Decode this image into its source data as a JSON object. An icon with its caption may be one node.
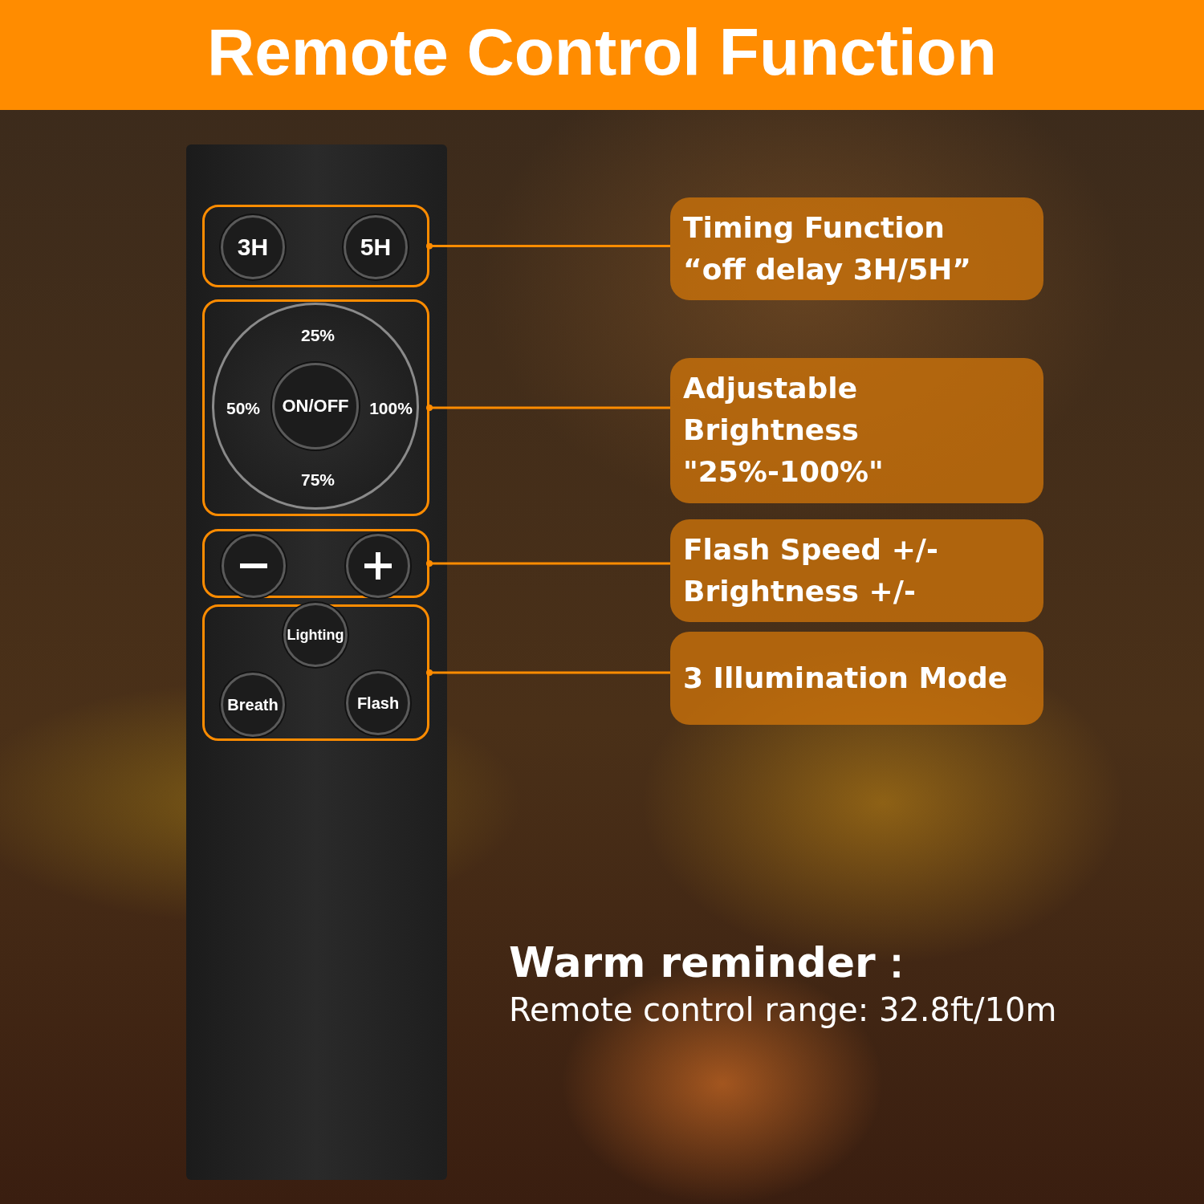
{
  "diagram": {
    "title": "Remote Control Function",
    "nodes": [
      {
        "text": [],
        "shape": "box"
      },
      {
        "text": [
          "3H"
        ],
        "in": 0
      },
      {
        "text": [
          "5H"
        ],
        "in": 0
      },
      {
        "text": [],
        "shape": "box"
      },
      {
        "text": [
          "25%",
          "50%",
          "100%",
          "75%"
        ],
        "in": 3
      },
      {
        "text": [
          "ON/OFF"
        ],
        "in": 4
      },
      {
        "text": [],
        "shape": "box"
      },
      {
        "text": [],
        "shape": "circle",
        "in": 6
      },
      {
        "text": [],
        "shape": "circle",
        "in": 6
      },
      {
        "text": [],
        "shape": "box"
      },
      {
        "text": [
          "Lighting"
        ],
        "in": 9
      },
      {
        "text": [
          "Breath"
        ],
        "in": 9
      },
      {
        "text": [
          "Flash"
        ],
        "in": 9
      },
      {
        "text": [
          "Timing Function",
          "“off delay 3H/5H”"
        ]
      },
      {
        "text": [
          "Adjustable Brightness",
          "\"25%-100%\""
        ]
      },
      {
        "text": [
          "Flash Speed +/-",
          "Brightness +/-"
        ]
      },
      {
        "text": [
          "3 Illumination Mode"
        ]
      }
    ],
    "edges": [
      {
        "from": 0,
        "to": 13,
        "arrow": "other"
      },
      {
        "from": 3,
        "to": 14,
        "arrow": "other"
      },
      {
        "from": 6,
        "to": 15,
        "arrow": "other"
      },
      {
        "from": 9,
        "to": 16,
        "arrow": "other"
      }
    ],
    "labels": [
      "Warm reminder：",
      "Remote control range: 32.8ft/10m"
    ]
  }
}
